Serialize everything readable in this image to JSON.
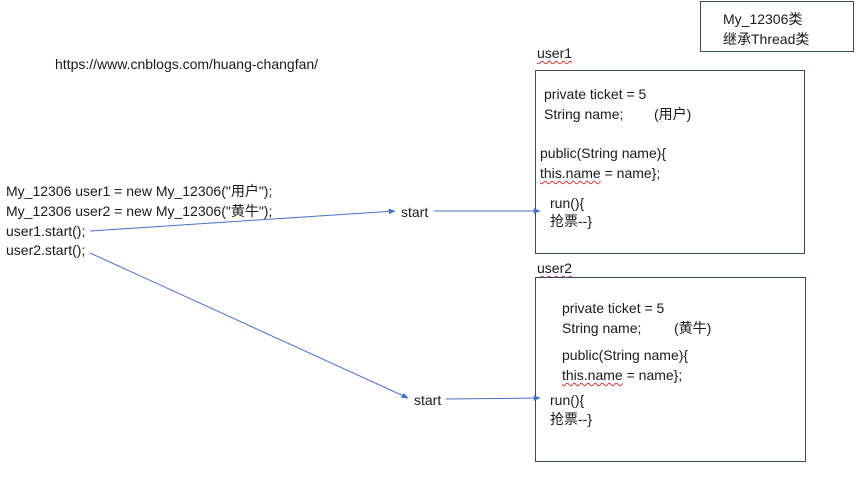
{
  "legend": {
    "line1": "My_12306类",
    "line2": "继承Thread类"
  },
  "url": "https://www.cnblogs.com/huang-changfan/",
  "code": {
    "line1": "My_12306 user1 = new My_12306(\"用户\");",
    "line2": "My_12306 user2 = new My_12306(\"黄牛\");",
    "line3": "user1.start();",
    "line4": "user2.start();"
  },
  "start_labels": {
    "first": "start",
    "second": "start"
  },
  "user1": {
    "label": "user1",
    "field1": "private ticket = 5",
    "field2": "String name;",
    "field2_note": "(用户)",
    "ctor1": "public(String name){",
    "ctor2_a": "this.name",
    "ctor2_b": " = name};",
    "run1": "run(){",
    "run2": "抢票--}"
  },
  "user2": {
    "label": "user2",
    "field1": "private ticket = 5",
    "field2": "String name;",
    "field2_note": "(黄牛)",
    "ctor1": "public(String name){",
    "ctor2_a": "this.name",
    "ctor2_b": " = name};",
    "run1": "run(){",
    "run2": "抢票--}"
  },
  "colors": {
    "arrow": "#4472c4",
    "box_border": "#3a4a5a",
    "spell_underline": "#d33"
  }
}
